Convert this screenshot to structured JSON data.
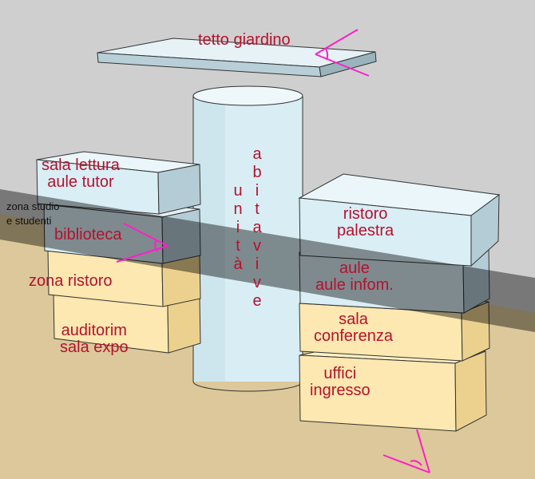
{
  "labels": {
    "roof": "tetto giardino",
    "reading_1": "sala lettura",
    "reading_2": "aule tutor",
    "study_1": "zona studio",
    "study_2": "e studenti",
    "library": "biblioteca",
    "restaurant_zone": "zona ristoro",
    "auditorium_1": "auditorim",
    "auditorium_2": "sala expo",
    "right_1a": "ristoro",
    "right_1b": "palestra",
    "right_2a": "aule",
    "right_2b": "aule infom.",
    "right_3a": "sala",
    "right_3b": "conferenza",
    "right_4a": "uffici",
    "right_4b": "ingresso"
  },
  "vertical_text": {
    "col1": [
      "u",
      "n",
      "i",
      "t",
      "à"
    ],
    "col2": [
      "a",
      "b",
      "i",
      "t",
      "a",
      "v",
      "i",
      "v",
      "e"
    ]
  },
  "colors": {
    "label": "#b5122e",
    "view_marker": "#ff1fc8",
    "wall": "#cfcfcf",
    "ground": "#dcc89a",
    "shadow_band": "#555555",
    "block_blue": "#d9eef5",
    "block_yellow": "#fce8b0"
  }
}
